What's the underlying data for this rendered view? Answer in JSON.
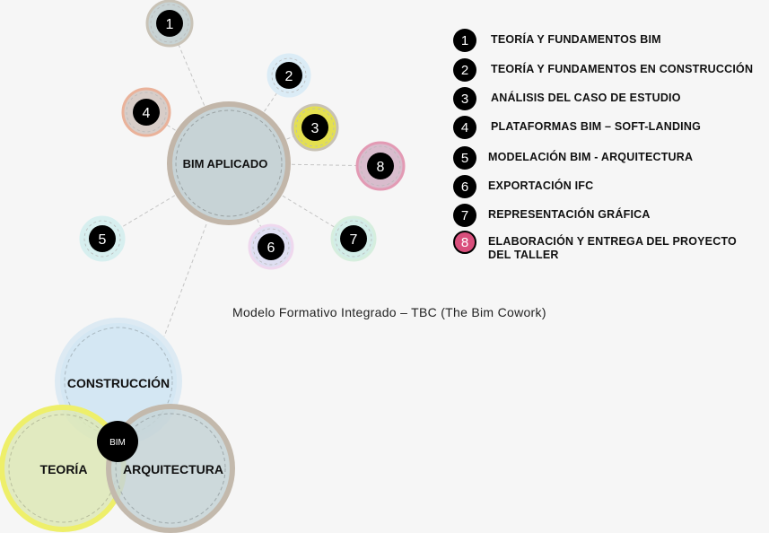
{
  "hub": {
    "label": "BIM APLICADO",
    "fill": "#c7d3d6",
    "ring": "#c2b6a9"
  },
  "nodes": [
    {
      "num": "1",
      "fill": "#c8d3d4",
      "ring": "#c9c3b7"
    },
    {
      "num": "2",
      "fill": "#dbecf6",
      "ring": "#dbecf6"
    },
    {
      "num": "3",
      "fill": "#e4e050",
      "ring": "#c8c2b5"
    },
    {
      "num": "4",
      "fill": "#d8cdc8",
      "ring": "#eab29a"
    },
    {
      "num": "5",
      "fill": "#d7efef",
      "ring": "#d7efef"
    },
    {
      "num": "6",
      "fill": "#dfdff2",
      "ring": "#efd8ee"
    },
    {
      "num": "7",
      "fill": "#d2ede8",
      "ring": "#d6eede"
    },
    {
      "num": "8",
      "fill": "#d9bccd",
      "ring": "#e39ab4"
    }
  ],
  "legend": [
    {
      "num": "1",
      "text": "TEORÍA Y FUNDAMENTOS BIM"
    },
    {
      "num": "2",
      "text": "TEORÍA Y FUNDAMENTOS EN CONSTRUCCIÓN"
    },
    {
      "num": "3",
      "text": "ANÁLISIS DEL CASO DE ESTUDIO"
    },
    {
      "num": "4",
      "text": "PLATAFORMAS BIM – SOFT-LANDING"
    },
    {
      "num": "5",
      "text": "MODELACIÓN BIM - ARQUITECTURA"
    },
    {
      "num": "6",
      "text": "EXPORTACIÓN IFC"
    },
    {
      "num": "7",
      "text": "REPRESENTACIÓN GRÁFICA"
    },
    {
      "num": "8",
      "text": "ELABORACIÓN Y ENTREGA DEL PROYECTO DEL TALLER",
      "highlight": "#d94f7c"
    }
  ],
  "caption": "Modelo Formativo Integrado – TBC (The Bim Cowork)",
  "venn": {
    "construccion": "CONSTRUCCIÓN",
    "teoria": "TEORÍA",
    "arquitectura": "ARQUITECTURA",
    "center": "BIM"
  }
}
